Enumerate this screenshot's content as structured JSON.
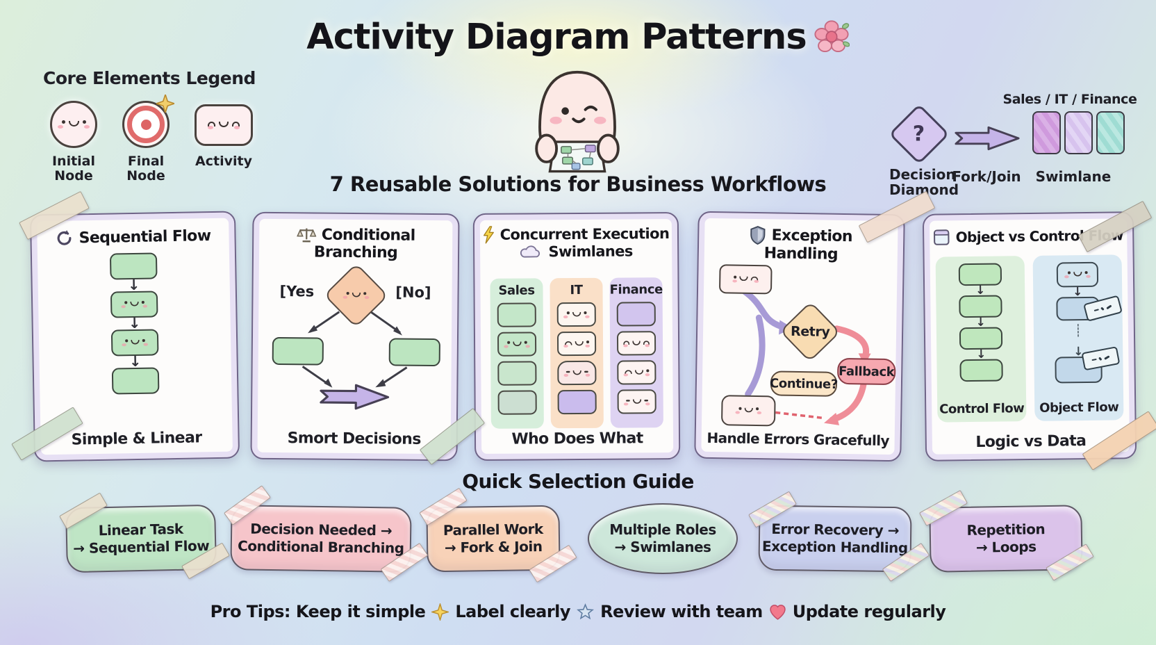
{
  "header": {
    "title": "Activity Diagram Patterns",
    "subtitle": "7 Reusable Solutions for Business Workflows"
  },
  "palette": {
    "card_border": "#6f6488",
    "card_frame": "#e7e0f4",
    "activity_green": "#bce5c0",
    "diamond_peach": "#f7cbab",
    "fork_purple": "#c5b4e8",
    "error_red": "#ef8d98",
    "lane_sales": "#d6eedb",
    "lane_it": "#fae0c8",
    "lane_finance": "#ded3f2",
    "pill_green": "#bfe5c5",
    "pill_pink": "#f6c5ca",
    "pill_peach": "#f8d2b8",
    "pill_teal": "#cde7da",
    "pill_lavender": "#c9d0ee",
    "pill_purple": "#dbc3ea"
  },
  "legend_core": {
    "title": "Core Elements Legend",
    "items": [
      {
        "label": "Initial\nNode"
      },
      {
        "label": "Final\nNode"
      },
      {
        "label": "Activity"
      }
    ]
  },
  "legend_elements": {
    "swimlane_header": "Sales / IT / Finance",
    "decision_question": "?",
    "decision_label": "Decision\nDiamond",
    "forkjoin_label": "Fork/Join",
    "swimlane_label": "Swimlane"
  },
  "cards": [
    {
      "title": "Sequential Flow",
      "caption": "Simple & Linear"
    },
    {
      "title_line1": "Conditional",
      "title_line2": "Branching",
      "yes_label": "[Yes",
      "no_label": "[No]",
      "caption": "Smort Decisions"
    },
    {
      "title_line1": "Concurrent Execution",
      "title_line2": "Swimlanes",
      "lanes": [
        "Sales",
        "IT",
        "Finance"
      ],
      "caption": "Who Does What"
    },
    {
      "title_line1": "Exception",
      "title_line2": "Handling",
      "labels": {
        "retry": "Retry",
        "fallback": "Fallback",
        "continue": "Continue?"
      },
      "caption": "Handle Errors Gracefully"
    },
    {
      "title": "Object vs Control Flow",
      "left_label": "Control Flow",
      "right_label": "Object Flow",
      "caption": "Logic vs Data"
    }
  ],
  "guide": {
    "title": "Quick Selection Guide",
    "pills": [
      {
        "text": "Linear Task\n→ Sequential Flow"
      },
      {
        "text": "Decision Needed →\nConditional Branching"
      },
      {
        "text": "Parallel Work\n→ Fork & Join"
      },
      {
        "text": "Multiple Roles\n→ Swimlanes"
      },
      {
        "text": "Error Recovery →\nException Handling"
      },
      {
        "text": "Repetition\n→ Loops"
      }
    ]
  },
  "pro_tips": {
    "parts": [
      "Pro Tips: Keep it simple",
      "Label clearly",
      "Review with team",
      "Update regularly"
    ]
  }
}
